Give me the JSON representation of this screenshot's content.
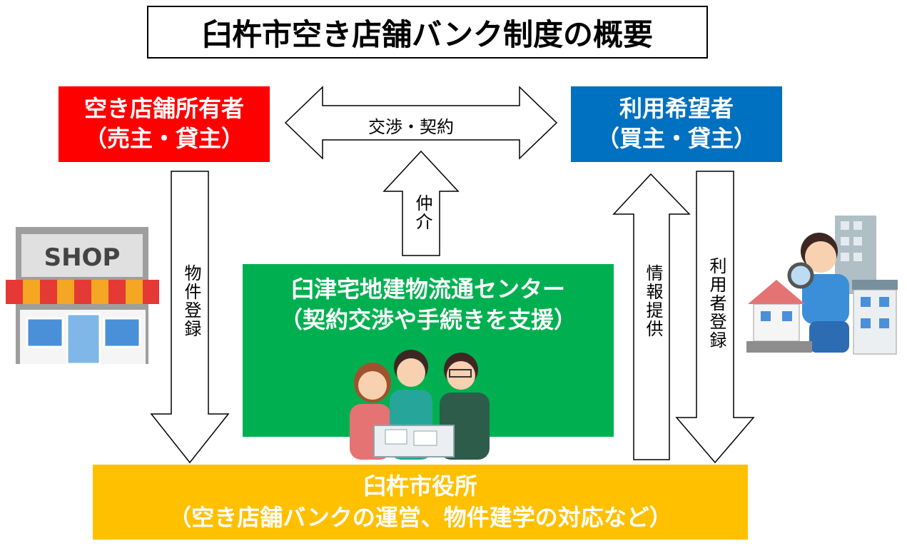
{
  "title": "臼杵市空き店舗バンク制度の概要",
  "owner": {
    "line1": "空き店舗所有者",
    "line2": "（売主・貸主）",
    "color": "#ff0000"
  },
  "user": {
    "line1": "利用希望者",
    "line2": "（買主・貸主）",
    "color": "#0070c0"
  },
  "center": {
    "line1": "臼津宅地建物流通センター",
    "line2": "（契約交渉や手続きを支援）",
    "color": "#00b050"
  },
  "city": {
    "line1": "臼杵市役所",
    "line2": "（空き店舗バンクの運営、物件建学の対応など）",
    "color": "#ffc000"
  },
  "arrows": {
    "negotiation": "交渉・契約",
    "mediation": "仲介",
    "property_registration": "物件登録",
    "info_provision": "情報提供",
    "user_registration": "利用者登録"
  },
  "shop_sign": "SHOP",
  "icons": [
    "shop-illustration",
    "consultation-people-illustration",
    "house-search-person-illustration"
  ]
}
